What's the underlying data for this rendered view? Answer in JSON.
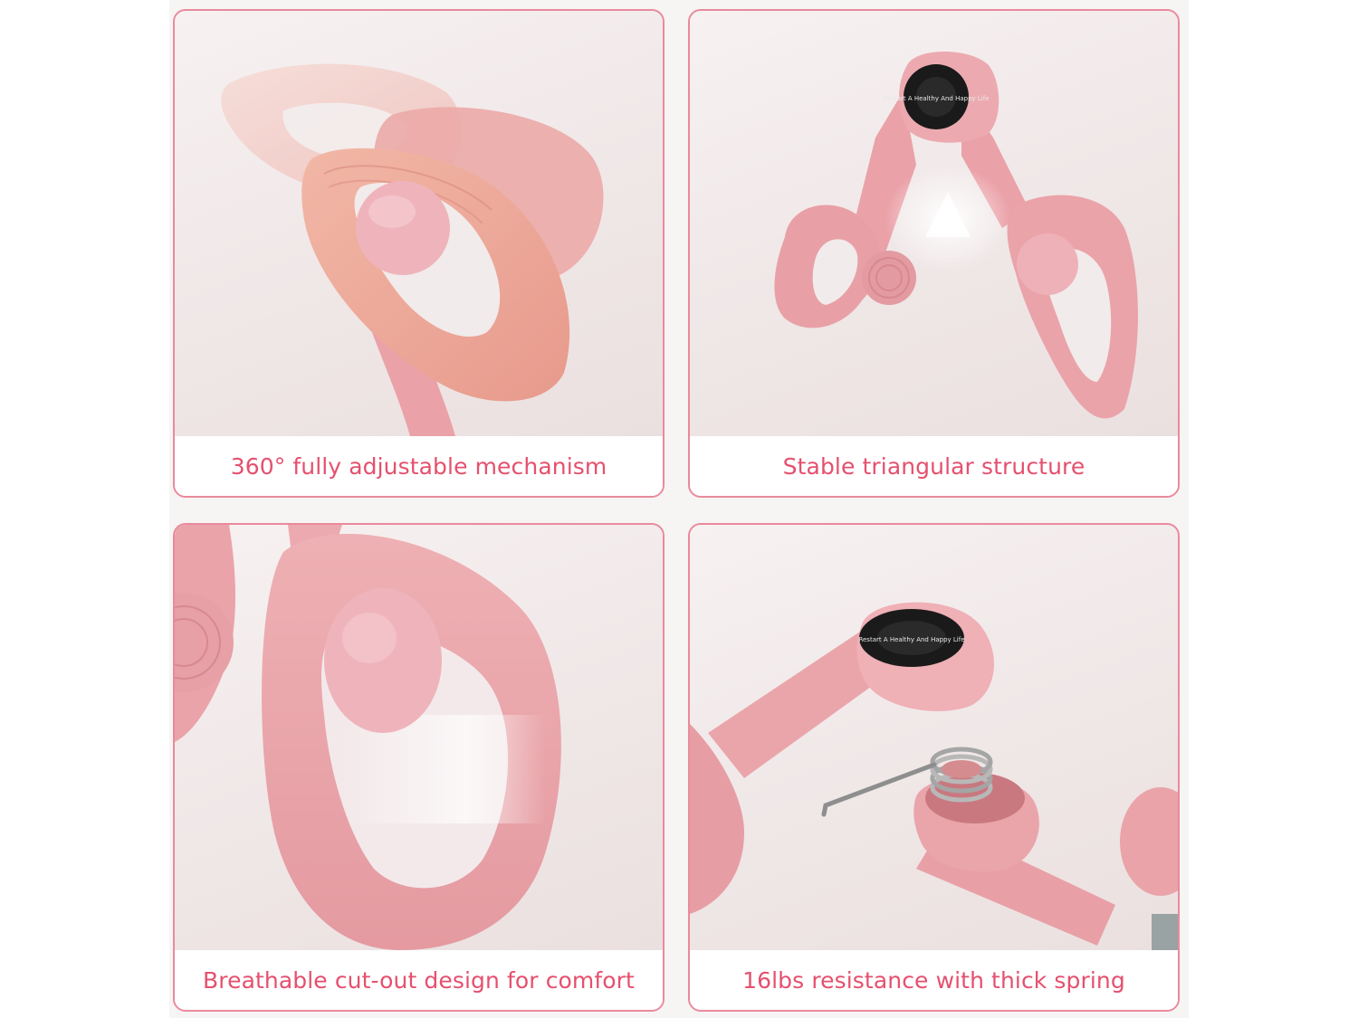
{
  "cards": [
    {
      "caption": "360° fully adjustable mechanism"
    },
    {
      "caption": "Stable triangular structure"
    },
    {
      "caption": "Breathable cut-out design for comfort"
    },
    {
      "caption": "16lbs resistance with thick spring"
    }
  ],
  "badge_text": "Restart A Healthy And Happy Life",
  "colors": {
    "accent": "#e5506e",
    "border": "#e98a9c",
    "product_pink": "#eea4aa"
  }
}
